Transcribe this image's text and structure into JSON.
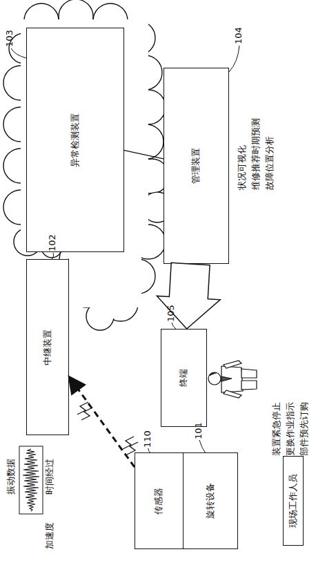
{
  "diagram": {
    "nodes": [
      {
        "text": [
          "异常检测装置"
        ]
      },
      {
        "text": [
          "管理装置"
        ]
      },
      {
        "text": [
          "中继装置"
        ]
      },
      {
        "text": [
          "终端"
        ]
      },
      {
        "text": [
          "传感器"
        ]
      },
      {
        "text": [
          "旋转设备"
        ]
      },
      {
        "text": [
          "现场工作人员"
        ]
      }
    ],
    "edges": [
      {
        "from": 2,
        "to": 0,
        "arrow": "none"
      },
      {
        "from": 0,
        "to": 1,
        "arrow": "none"
      },
      {
        "from": 1,
        "to": 3,
        "arrow": "to"
      },
      {
        "from": 4,
        "to": 2,
        "arrow": "to"
      }
    ],
    "labels": [
      "103",
      "104",
      "状况可视化",
      "维修推荐时期预测",
      "故障位置分析",
      "102",
      "105",
      "装置紧急停止",
      "更换作业指示",
      "部件预先订购",
      "振动数据",
      "时间经过",
      "加速度",
      "110",
      "101"
    ]
  }
}
